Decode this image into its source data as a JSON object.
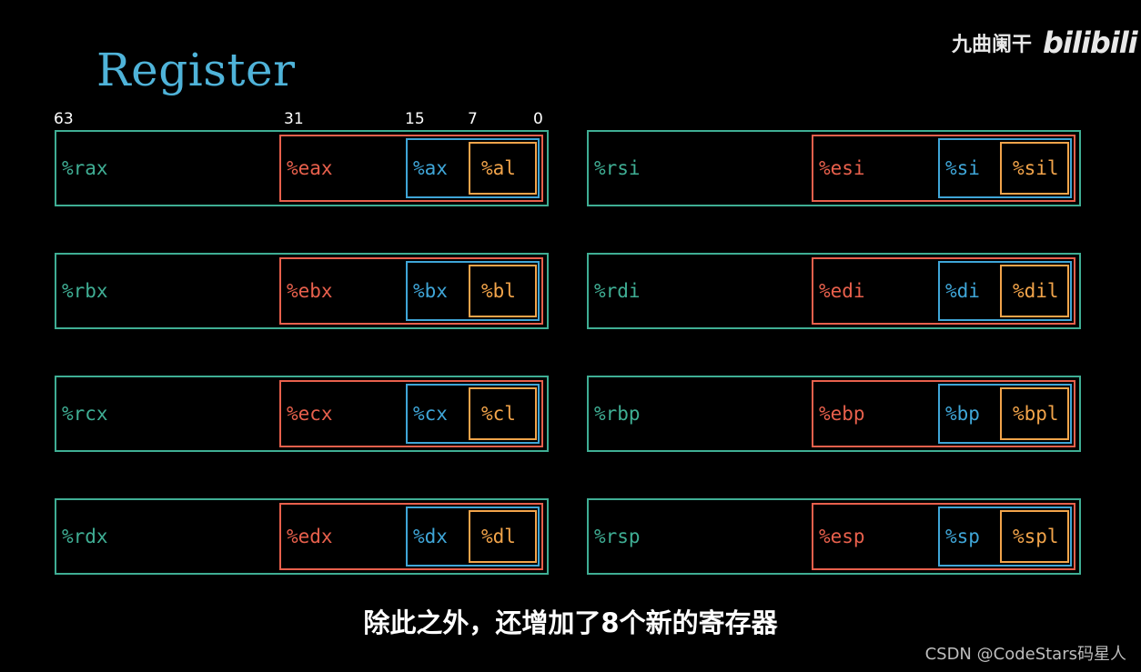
{
  "title": "Register",
  "brand": {
    "text": "九曲阑干",
    "logo": "bilibili"
  },
  "bit_labels": [
    "63",
    "31",
    "15",
    "7",
    "0"
  ],
  "registers_left": [
    {
      "r64": "%rax",
      "r32": "%eax",
      "r16": "%ax",
      "r8": "%al"
    },
    {
      "r64": "%rbx",
      "r32": "%ebx",
      "r16": "%bx",
      "r8": "%bl"
    },
    {
      "r64": "%rcx",
      "r32": "%ecx",
      "r16": "%cx",
      "r8": "%cl"
    },
    {
      "r64": "%rdx",
      "r32": "%edx",
      "r16": "%dx",
      "r8": "%dl"
    }
  ],
  "registers_right": [
    {
      "r64": "%rsi",
      "r32": "%esi",
      "r16": "%si",
      "r8": "%sil"
    },
    {
      "r64": "%rdi",
      "r32": "%edi",
      "r16": "%di",
      "r8": "%dil"
    },
    {
      "r64": "%rbp",
      "r32": "%ebp",
      "r16": "%bp",
      "r8": "%bpl"
    },
    {
      "r64": "%rsp",
      "r32": "%esp",
      "r16": "%sp",
      "r8": "%spl"
    }
  ],
  "caption": "除此之外，还增加了8个新的寄存器",
  "watermark": "CSDN @CodeStars码星人",
  "colors": {
    "reg64": "#3fae94",
    "reg32": "#e8604c",
    "reg16": "#3fa6d8",
    "reg8": "#f2a44a",
    "title": "#4fb3d9",
    "background": "#000000"
  }
}
